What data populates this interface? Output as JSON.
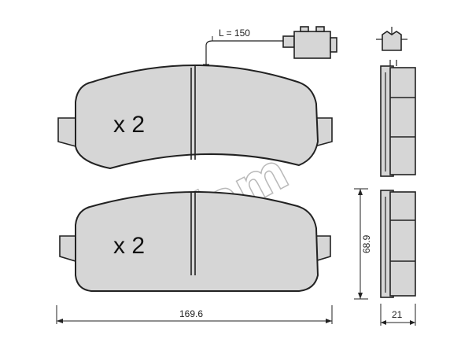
{
  "wire_length_label": "L = 150",
  "quantity_top": "x 2",
  "quantity_bottom": "x 2",
  "width_dimension": "169.6",
  "height_dimension": "68.9",
  "thickness_dimension": "21",
  "watermark": "cifam",
  "colors": {
    "pad_fill": "#d6d6d6",
    "outline": "#222222",
    "watermark": "#b9b9b9"
  }
}
